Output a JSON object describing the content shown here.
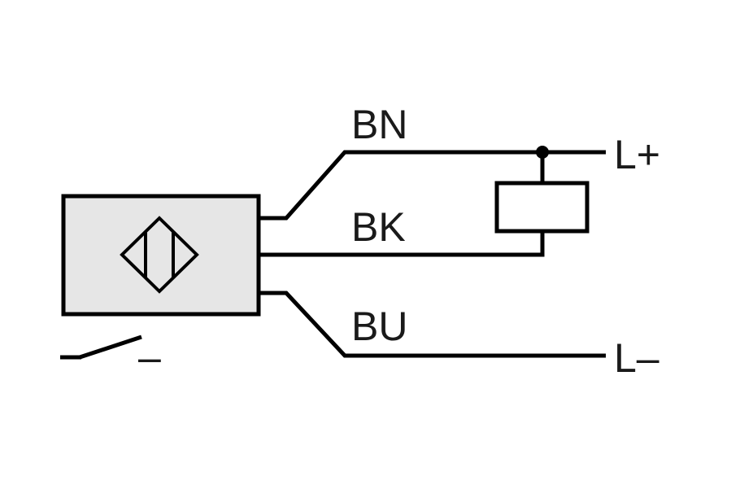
{
  "labels": {
    "wire_brown": "BN",
    "wire_black": "BK",
    "wire_blue": "BU",
    "supply_positive": "L+",
    "supply_negative": "L–",
    "switch_output_sign": "–"
  },
  "colors": {
    "sensor_body_fill": "#e6e6e6",
    "line_color": "#000000",
    "text_color": "#1a1a1a",
    "background": "#ffffff"
  },
  "icons": {
    "sensor_symbol": "inductive-sensor-diamond-icon",
    "load": "load-resistor-icon",
    "junction": "junction-dot-icon",
    "switch": "normally-open-switch-icon"
  }
}
